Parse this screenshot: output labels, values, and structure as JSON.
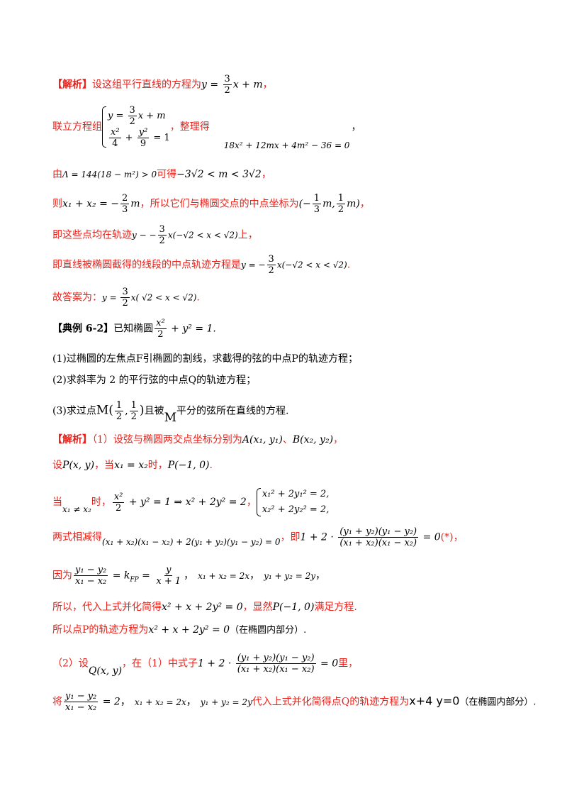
{
  "p1": {
    "tag": "【解析】",
    "text": "设这组平行直线的方程为",
    "eq": "y = ",
    "frac": [
      "3",
      "2"
    ],
    "eq_tail": "x + m",
    "end": "，"
  },
  "p2": {
    "prefix": "联立方程组",
    "sys1_a": "y = ",
    "sys1_frac": [
      "3",
      "2"
    ],
    "sys1_b": "x + m",
    "sys2_f1": [
      "x²",
      "4"
    ],
    "sys2_mid": " + ",
    "sys2_f2": [
      "y²",
      "9"
    ],
    "sys2_tail": " = 1",
    "tidy": "，整理得",
    "eq": "18x² + 12mx + 4m² − 36 = 0",
    "comma": "，"
  },
  "p3": {
    "prefix": "由",
    "cond": "Λ = 144(18 − m²) > 0",
    "mid": "可得",
    "range": "−3√2 < m < 3√2",
    "end": "，"
  },
  "p4": {
    "prefix": "则",
    "eq_a": "x₁ + x₂ = −",
    "frac": [
      "2",
      "3"
    ],
    "eq_b": "m",
    "mid": "，所以它们与椭圆交点的中点坐标为",
    "pt_a": "(−",
    "pt_f1": [
      "1",
      "3"
    ],
    "pt_b": "m,",
    "pt_f2": [
      "1",
      "2"
    ],
    "pt_c": "m)",
    "end": "，"
  },
  "p5": {
    "prefix": "即这些点均在轨迹",
    "eq_a": "y − −",
    "frac": [
      "3",
      "2"
    ],
    "eq_b": "x(−√2 < x < √2)",
    "end": "上，"
  },
  "p6": {
    "prefix": "即直线被椭圆截得的线段的中点轨迹方程是",
    "eq_a": "y = −",
    "frac": [
      "3",
      "2"
    ],
    "eq_b": "x(−√2 < x < √2)",
    "end": "."
  },
  "p7": {
    "prefix": "故答案为：",
    "eq_a": "y = ",
    "frac": [
      "3",
      "2"
    ],
    "eq_b": "x(  √2 < x < √2)",
    "end": "."
  },
  "p8": {
    "tag": "【典例 6-2】",
    "text": "已知椭圆",
    "frac": [
      "x²",
      "2"
    ],
    "eq": " + y² = 1."
  },
  "q1": "(1)过椭圆的左焦点F引椭圆的割线，求截得的弦的中点P的轨迹方程；",
  "q2": "(2)求斜率为 2 的平行弦的中点Q的轨迹方程；",
  "q3": {
    "prefix": "(3)求过点",
    "pt": "M",
    "f1": [
      "1",
      "2"
    ],
    "f2": [
      "1",
      "2"
    ],
    "mid": "且被",
    "m": "M",
    "end": "平分的弦所在直线的方程."
  },
  "s1": {
    "tag": "【解析】",
    "text": "（1）设弦与椭圆两交点坐标分别为",
    "A": "A(x₁, y₁)",
    "sep": "、",
    "B": "B(x₂, y₂)",
    "end": "，"
  },
  "s2": {
    "prefix": "设",
    "P": "P(x, y)",
    "mid": "，当",
    "cond": "x₁ = x₂",
    "tail": "时，",
    "pt": "P(−1, 0)",
    "end": "."
  },
  "s3": {
    "prefix": "当",
    "cond": "x₁ ≠ x₂",
    "tail": "时，",
    "frac": [
      "x²",
      "2"
    ],
    "eq": " + y² = 1 ⇒ x² + 2y² = 2",
    "comma": "，",
    "sys_a": "x₁² + 2y₁² = 2,",
    "sys_b": "x₂² + 2y₂² = 2,"
  },
  "s4": {
    "prefix": "两式相减得",
    "eq": "(x₁ + x₂)(x₁ − x₂) + 2(y₁ + y₂)(y₁ − y₂) = 0",
    "mid": "，即",
    "eq2_a": "1 + 2 · ",
    "frac": [
      "(y₁ + y₂)(y₁ − y₂)",
      "(x₁ + x₂)(x₁ − x₂)"
    ],
    "eq2_b": " = 0",
    "star": "(*)",
    "end": "，"
  },
  "s5": {
    "prefix": "因为",
    "f1": [
      "y₁ − y₂",
      "x₁ − x₂"
    ],
    "eq_a": " = k",
    "sub": "FP",
    "eq_b": " = ",
    "f2": [
      "y",
      "x + 1"
    ],
    "comma": "，",
    "e2": "x₁ + x₂ = 2x",
    "comma2": "，",
    "e3": "y₁ + y₂ = 2y",
    "comma3": "，"
  },
  "s6": {
    "prefix": "所以，代入上式并化简得",
    "eq": "x² + x + 2y² = 0",
    "mid": "，显然",
    "pt": "P(−1, 0)",
    "end": "满足方程."
  },
  "s7": {
    "prefix": "所以点P的轨迹方程为",
    "eq": "x² + x + 2y² = 0",
    "end": "（在椭圆内部分）."
  },
  "s8": {
    "prefix": "（2）设",
    "Q": "Q(x, y)",
    "mid": "，在（1）中式子",
    "eq_a": "1 + 2 · ",
    "frac": [
      "(y₁ + y₂)(y₁ − y₂)",
      "(x₁ + x₂)(x₁ − x₂)"
    ],
    "eq_b": " = 0",
    "end": "里，"
  },
  "s9": {
    "prefix": "将",
    "frac": [
      "y₁ − y₂",
      "x₁ − x₂"
    ],
    "eq": " = 2",
    "comma": "，",
    "e2": "x₁ + x₂ = 2x",
    "comma2": "，",
    "e3": "y₁ + y₂ = 2y",
    "mid": "代入上式并化简得点Q的轨迹方程为",
    "ans": "x+4 y=0",
    "end": "（在椭圆内部分）."
  }
}
